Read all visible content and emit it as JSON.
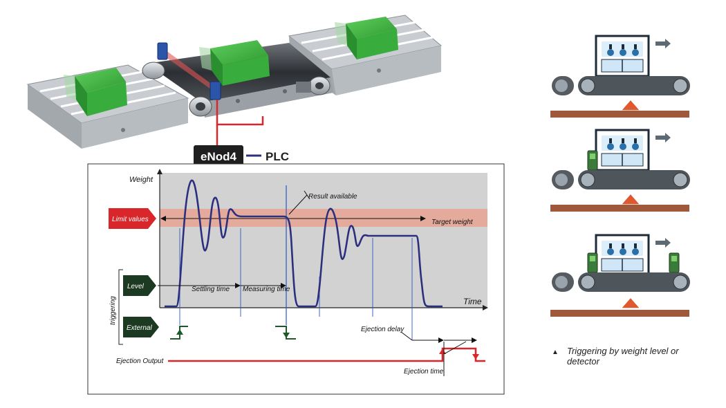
{
  "system": {
    "controller_label": "eNod4",
    "plc_label": "PLC"
  },
  "chart": {
    "axis_weight": "Weight",
    "axis_time": "Time",
    "limit_values": "Limit values",
    "target_weight": "Target weight",
    "result_available": "Result available",
    "triggering_label": "triggering",
    "level": "Level",
    "external": "External",
    "settling_time": "Settling time",
    "measuring_time": "Measuring time",
    "ejection_delay": "Ejection delay",
    "ejection_output": "Ejection Output",
    "ejection_time": "Ejection time"
  },
  "note": {
    "bullet": "▲",
    "text": "Triggering by weight level or detector"
  },
  "colors": {
    "signal": "#2b2f7d",
    "limit_band": "#e8a393",
    "plot_bg": "#d2d2d2",
    "red_label": "#d9262b",
    "dark_green": "#1c3a22",
    "box_green": "#35a83a",
    "belt": "#2e3135",
    "floor": "#a0583a"
  }
}
